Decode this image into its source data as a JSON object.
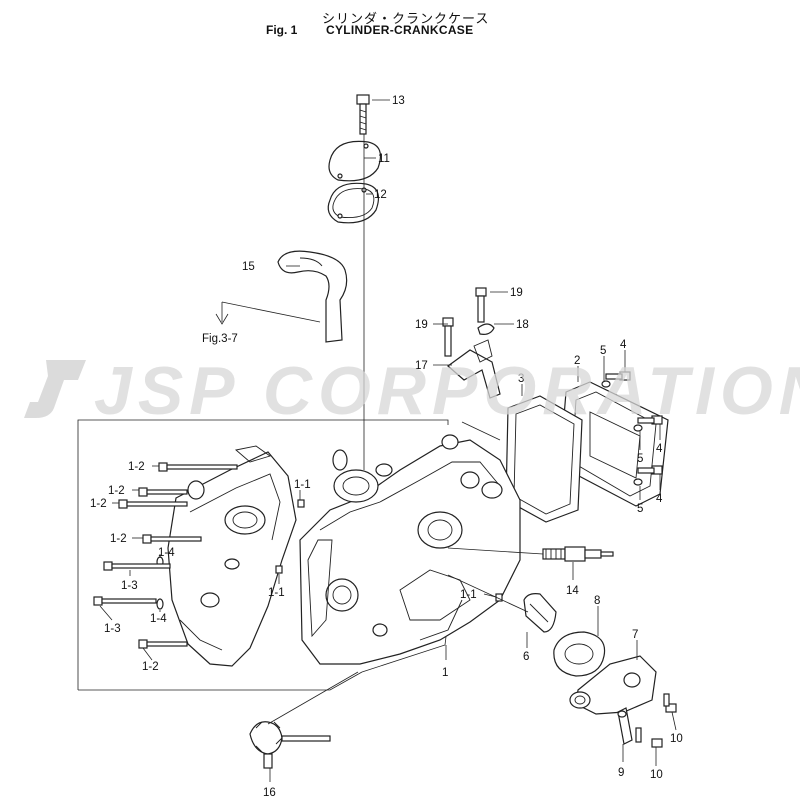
{
  "header": {
    "title_jp": "シリンダ・クランクケース",
    "fig_number": "Fig. 1",
    "title_en": "CYLINDER-CRANKCASE"
  },
  "watermark": {
    "text": "JSP CORPORATION"
  },
  "reference": {
    "label": "Fig.3-7"
  },
  "callouts": [
    "13",
    "11",
    "12",
    "15",
    "19",
    "19",
    "18",
    "17",
    "2",
    "5",
    "4",
    "3",
    "4",
    "5",
    "4",
    "5",
    "1-2",
    "1-1",
    "1-2",
    "1-2",
    "1-2",
    "1-4",
    "1-3",
    "1-1",
    "1-4",
    "1-3",
    "1-2",
    "1-1",
    "14",
    "8",
    "7",
    "6",
    "1",
    "10",
    "10",
    "9",
    "16"
  ]
}
